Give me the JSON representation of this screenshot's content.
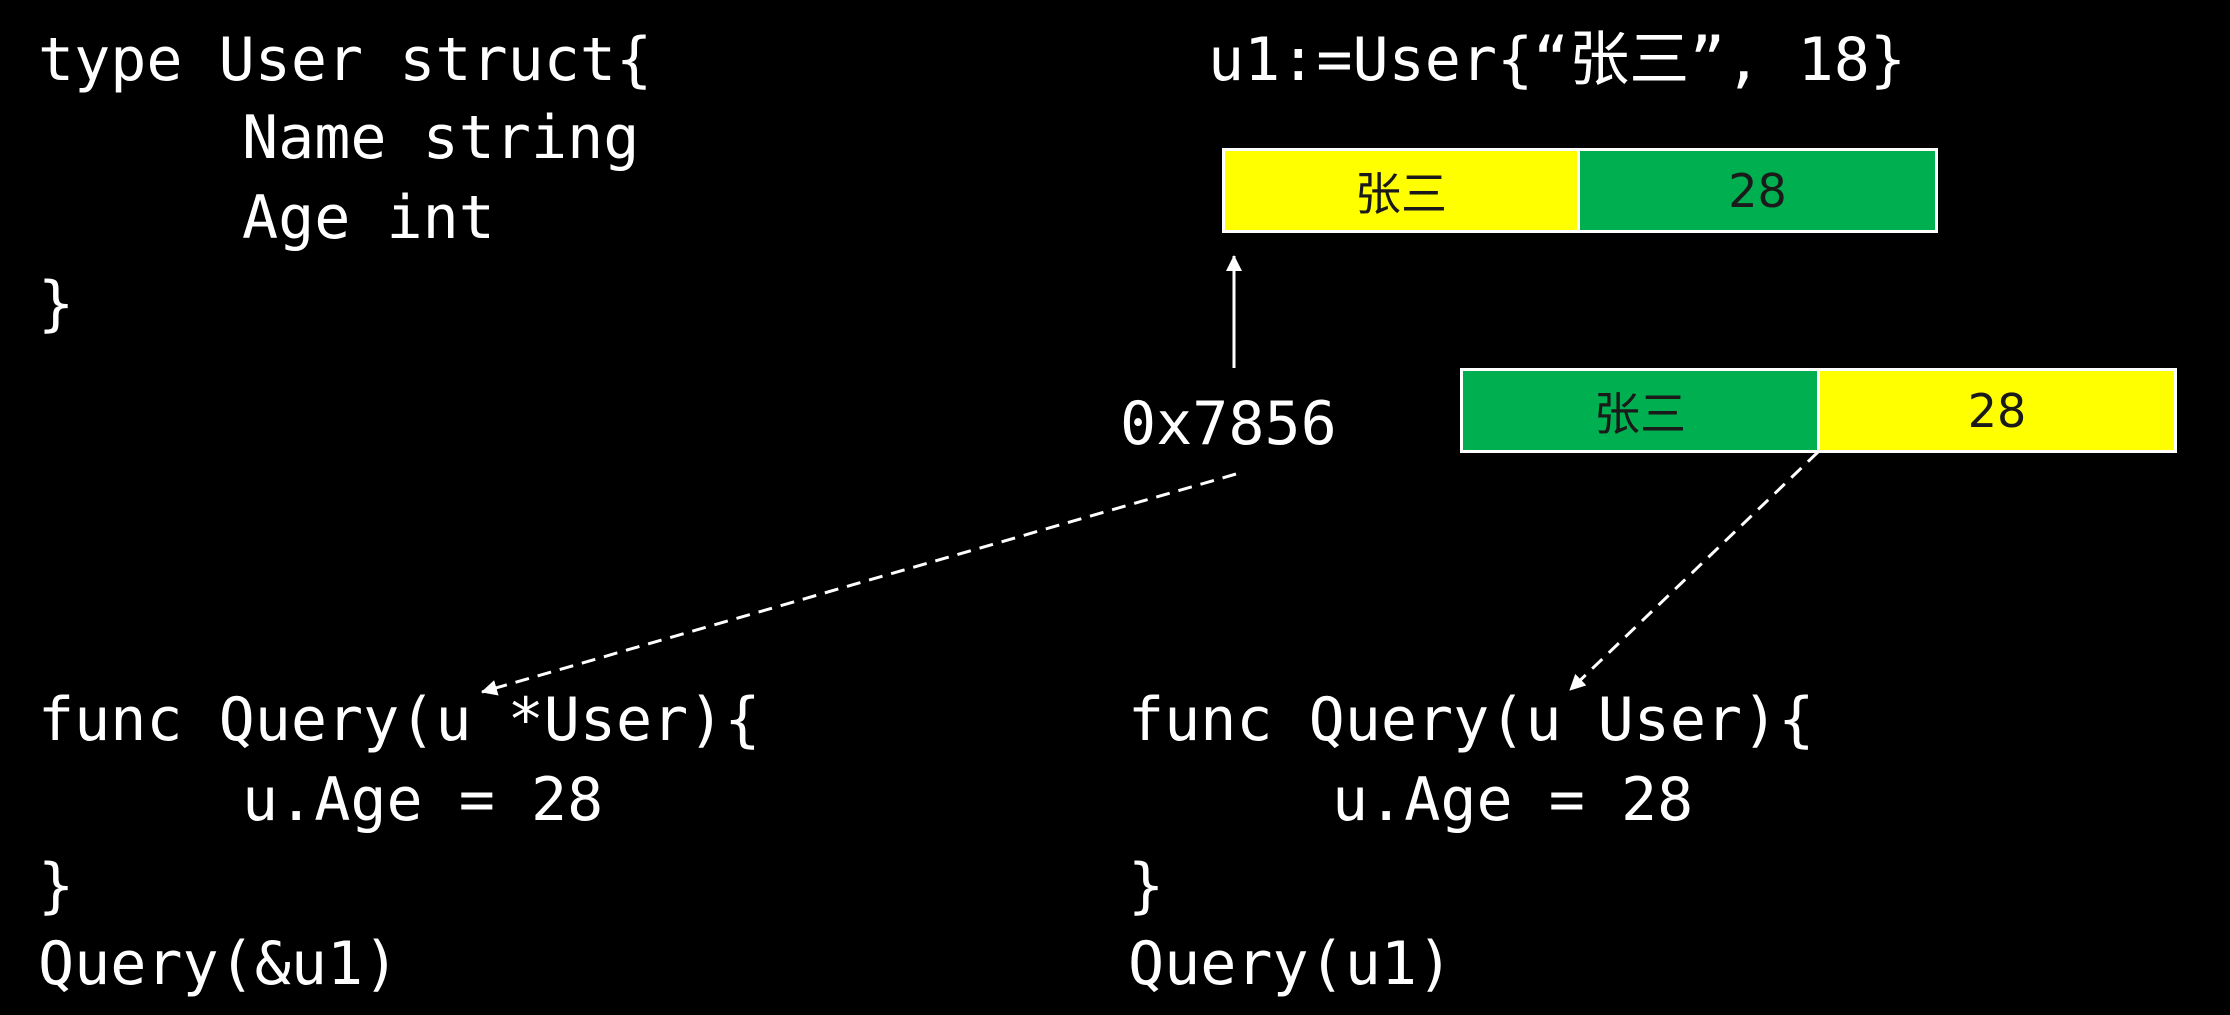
{
  "struct_def": {
    "line1": "type User struct{",
    "line2": "Name string",
    "line3": "Age int",
    "line4": "}"
  },
  "init_stmt": "u1:=User{“张三”, 18}",
  "original_struct": {
    "name_value": "张三",
    "age_value": "28",
    "name_color": "#ffff00",
    "age_color": "#00b050"
  },
  "address_label": "0x7856",
  "copied_struct": {
    "name_value": "张三",
    "age_value": "28",
    "name_color": "#00b050",
    "age_color": "#ffff00"
  },
  "pointer_func": {
    "line1": "func Query(u *User){",
    "line2": "u.Age = 28",
    "line3": "}",
    "call": "Query(&u1)"
  },
  "value_func": {
    "line1": "func Query(u User){",
    "line2": "u.Age = 28",
    "line3": "}",
    "call": "Query(u1)"
  }
}
